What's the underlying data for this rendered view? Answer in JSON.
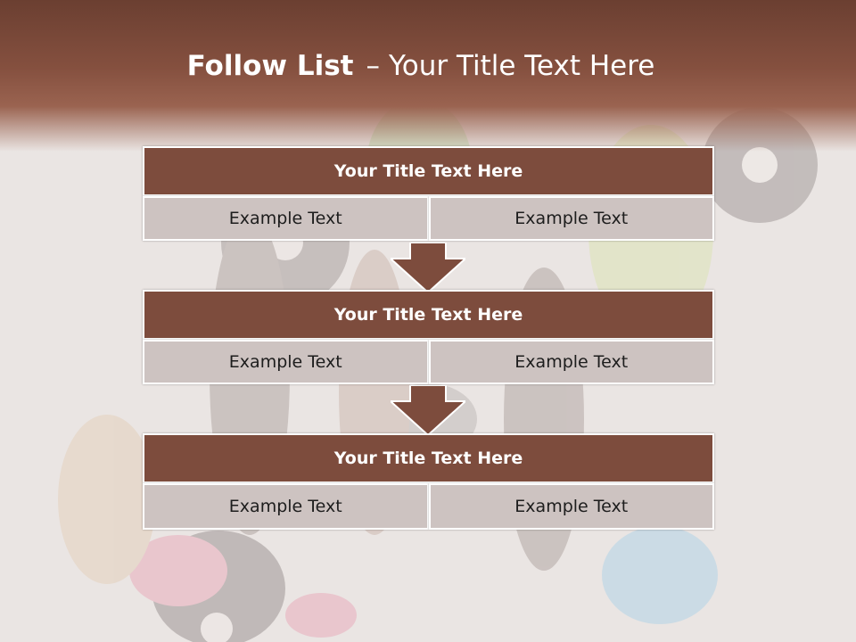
{
  "slide": {
    "title_bold": "Follow List",
    "title_dash": "–",
    "title_rest": "Your Title Text Here"
  },
  "blocks": [
    {
      "heading": "Your Title Text Here",
      "left_text": "Example Text",
      "right_text": "Example Text"
    },
    {
      "heading": "Your Title Text Here",
      "left_text": "Example Text",
      "right_text": "Example Text"
    },
    {
      "heading": "Your Title Text Here",
      "left_text": "Example Text",
      "right_text": "Example Text"
    }
  ],
  "colors": {
    "header": "#7d4c3d",
    "cell": "#cdc3c1",
    "arrow": "#7d4c3d"
  },
  "background_image": "faded-photo-women-with-vinyl-records"
}
